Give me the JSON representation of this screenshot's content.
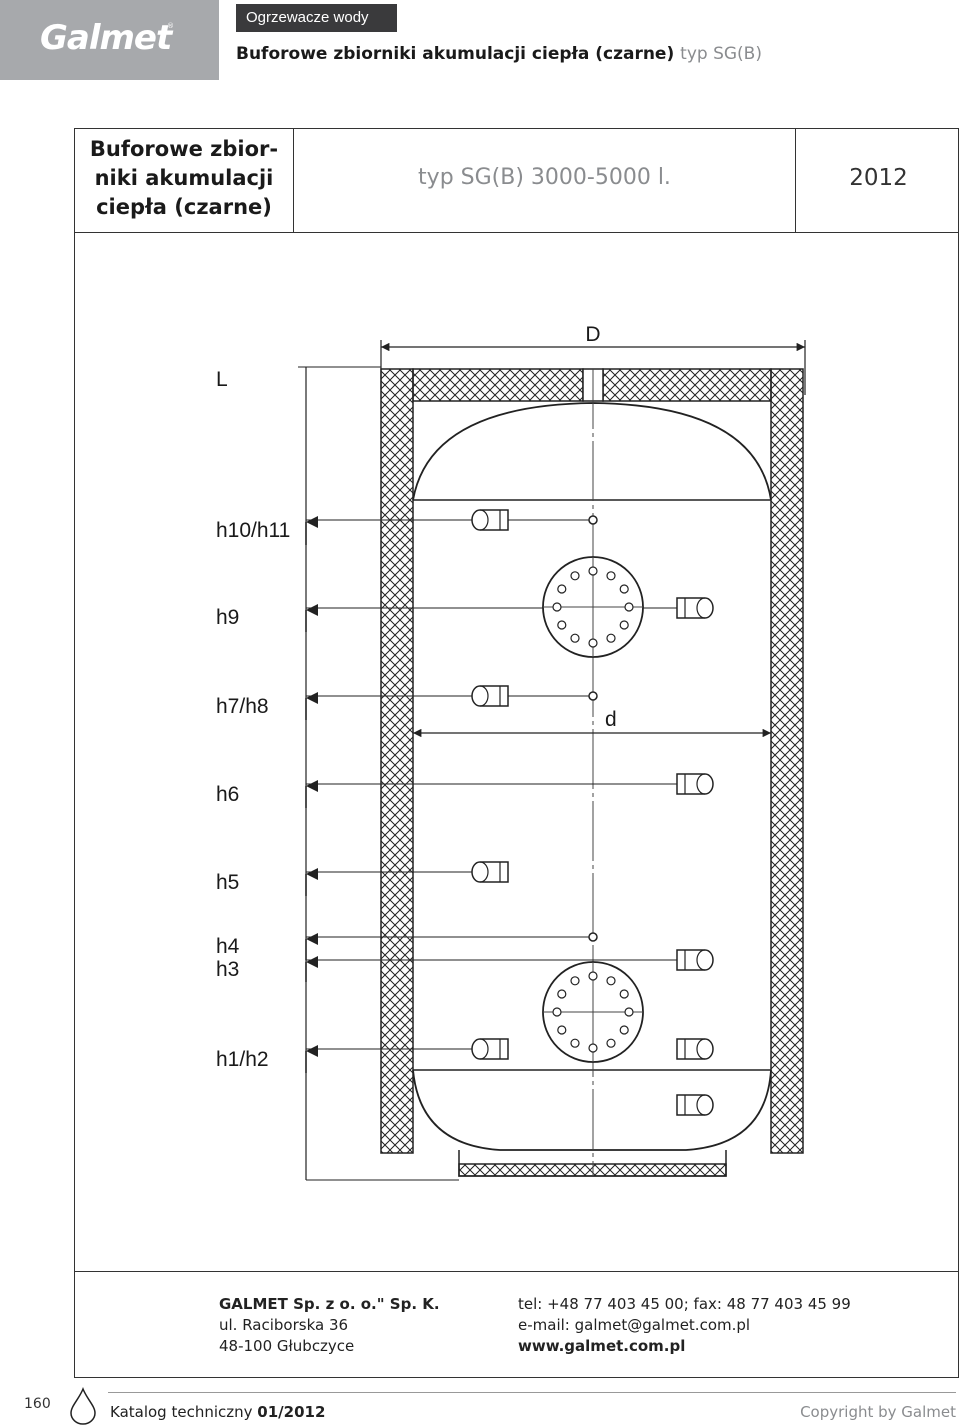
{
  "brand": {
    "logo": "Galmet",
    "reg": "®"
  },
  "header": {
    "category": "Ogrzewacze wody",
    "title_main": "Buforowe zbiorniki akumulacji ciepła (czarne)",
    "title_suffix": "typ SG(B)"
  },
  "table": {
    "name_lines": [
      "Buforowe zbior-",
      "niki akumulacji",
      "ciepła (czarne)"
    ],
    "type": "typ SG(B) 3000-5000 l.",
    "year": "2012"
  },
  "diagram": {
    "labels": {
      "L": "L",
      "D": "D",
      "d": "d",
      "h10h11": "h10/h11",
      "h9": "h9",
      "h7h8": "h7/h8",
      "h6": "h6",
      "h5": "h5",
      "h4": "h4",
      "h3": "h3",
      "h1h2": "h1/h2"
    }
  },
  "company": {
    "name": "GALMET Sp. z o. o.\" Sp. K.",
    "street": "ul. Raciborska 36",
    "city": "48-100 Głubczyce",
    "phone": "tel: +48 77 403 45 00; fax: 48 77 403 45 99",
    "email": "e-mail: galmet@galmet.com.pl",
    "www": "www.galmet.com.pl"
  },
  "footer": {
    "page": "160",
    "catalog_prefix": "Katalog techniczny",
    "catalog_edition": "01/2012",
    "copyright": "Copyright by Galmet"
  }
}
